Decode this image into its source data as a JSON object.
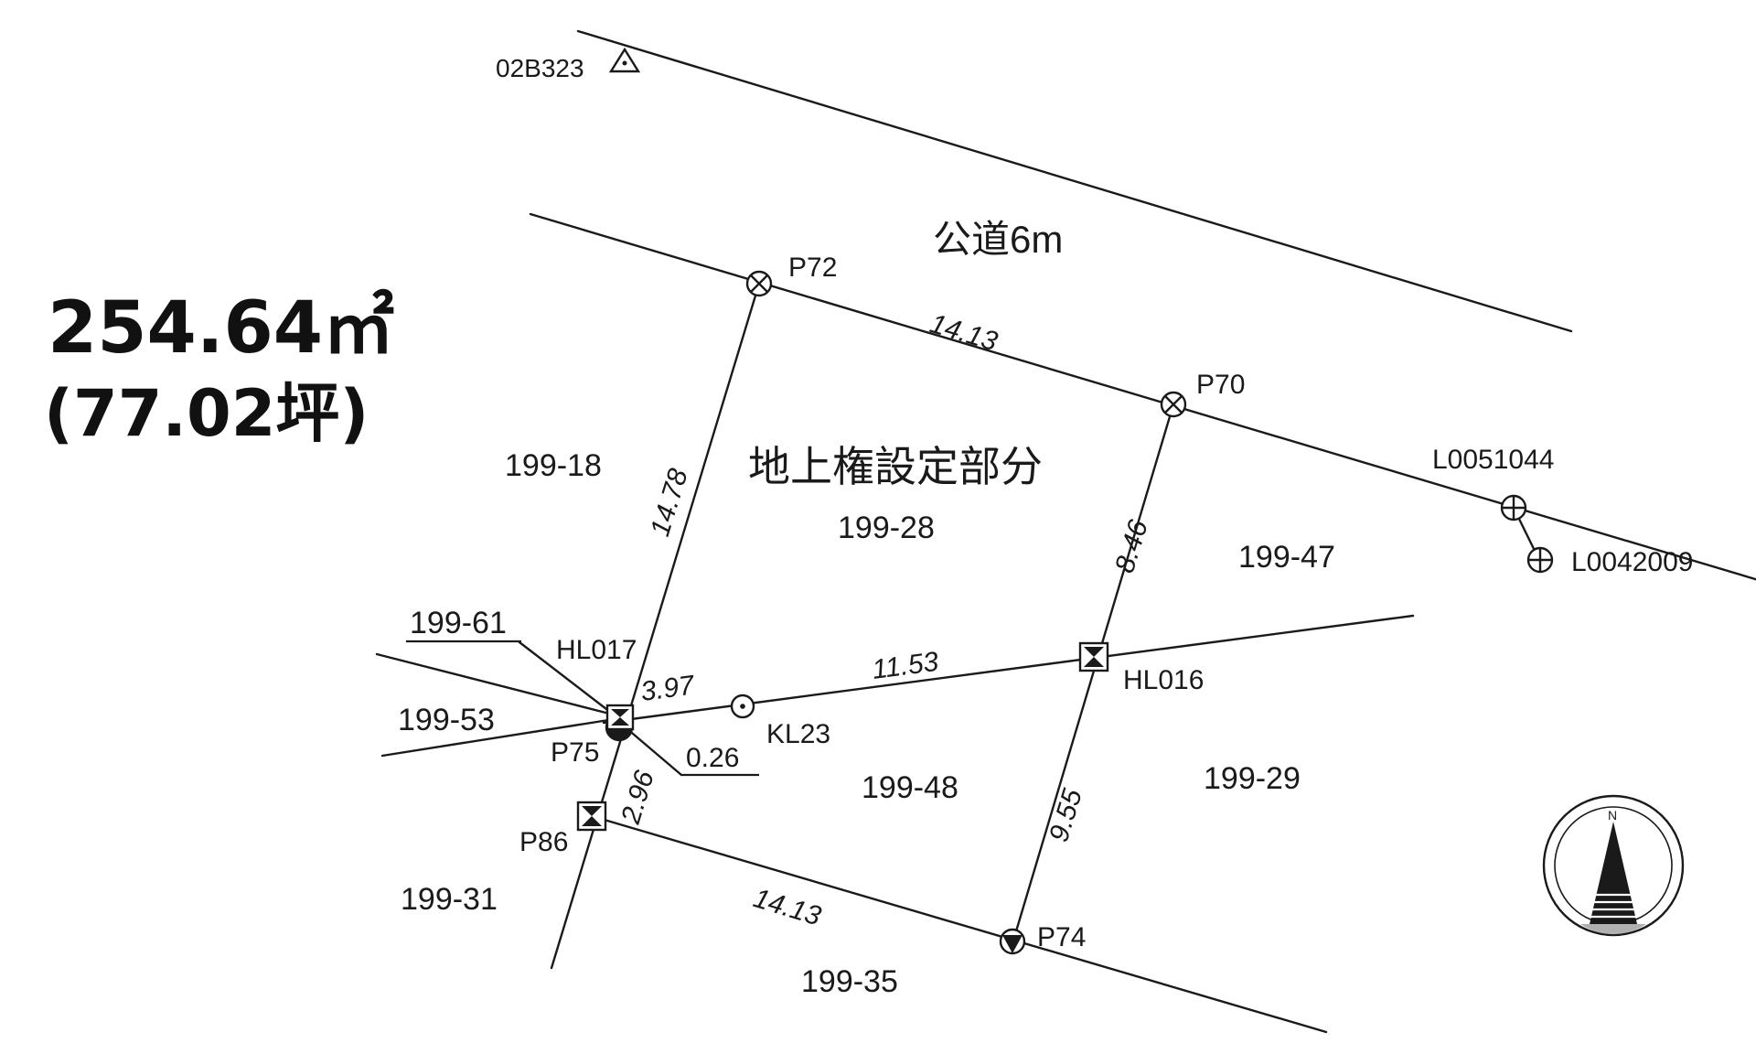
{
  "area": {
    "sqm": "254.64㎡",
    "tsubo": "(77.02坪)"
  },
  "road_label": "公道6m",
  "zone_label": "地上権設定部分",
  "benchmark": "02B323",
  "points": {
    "p72": "P72",
    "p70": "P70",
    "p75": "P75",
    "p86": "P86",
    "p74": "P74",
    "hl017": "HL017",
    "hl016": "HL016",
    "kl23": "KL23",
    "l0051044": "L0051044",
    "l0042009": "L0042009"
  },
  "lots": {
    "l18": "199-18",
    "l28": "199-28",
    "l47": "199-47",
    "l61": "199-61",
    "l53": "199-53",
    "l48": "199-48",
    "l29": "199-29",
    "l31": "199-31",
    "l35": "199-35"
  },
  "dimensions": {
    "top": "14.13",
    "left": "14.78",
    "right_upper": "8.46",
    "middle": "11.53",
    "short": "3.97",
    "offset": "0.26",
    "lower_left": "2.96",
    "right_lower": "9.55",
    "bottom": "14.13"
  },
  "north_label": "N",
  "colors": {
    "ink": "#1a1a1a",
    "paper": "#ffffff",
    "compass_shade": "#b0b0b0"
  }
}
